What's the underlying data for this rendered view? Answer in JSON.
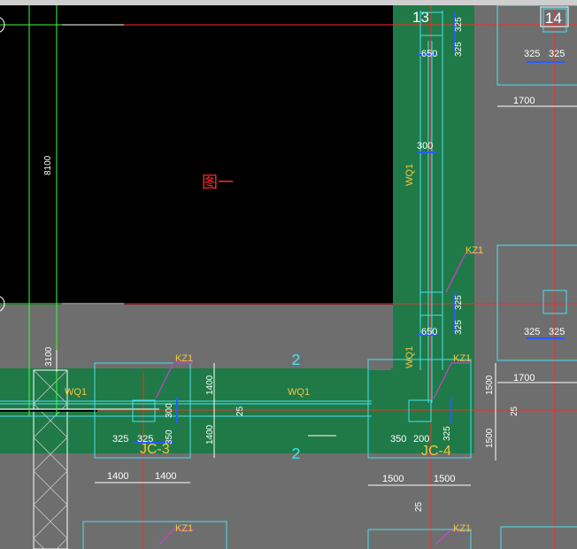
{
  "window": {
    "title": ""
  },
  "axes": {
    "a13": "13",
    "a14": "14"
  },
  "drawing_label": "图一",
  "dims": {
    "d8100": "8100",
    "d3100": "3100",
    "d650a": "650",
    "d325a": "325",
    "d325b": "325",
    "d300a": "300",
    "d325c": "325",
    "d325d": "325",
    "d1700a": "1700",
    "d650b": "650",
    "d325e": "325",
    "d325f": "325",
    "d325g": "325",
    "d325h": "325",
    "d1700b": "1700",
    "d1400v1": "1400",
    "d1400v2": "1400",
    "d300b": "300",
    "d325i": "325",
    "d325j": "325",
    "d350a": "350",
    "d1400h1": "1400",
    "d1400h2": "1400",
    "d350b": "350",
    "d200": "200",
    "d325k": "325",
    "d1500v1": "1500",
    "d1500v2": "1500",
    "d1500h1": "1500",
    "d1500h2": "1500",
    "d25a": "25",
    "d25b": "25",
    "d25c": "25",
    "d2a": "2",
    "d2b": "2"
  },
  "labels": {
    "wq1_left": "WQ1",
    "wq1_mid": "WQ1",
    "wq1_v1": "WQ1",
    "wq1_v2": "WQ1",
    "kz1_a": "KZ1",
    "kz1_b": "KZ1",
    "kz1_c": "KZ1",
    "kz1_d": "KZ1",
    "kz1_e": "KZ1",
    "jc3": "JC-3",
    "jc4": "JC-4"
  },
  "colors": {
    "canvas": "#6e6e6e",
    "black_panel": "#000000",
    "wall_green": "#1f7a47",
    "cyan": "#49e0f0",
    "red": "#ff2a2a",
    "yellow": "#f5c542",
    "blue": "#2a5bff",
    "magenta": "#d040d0",
    "lime": "#3cff3c"
  }
}
